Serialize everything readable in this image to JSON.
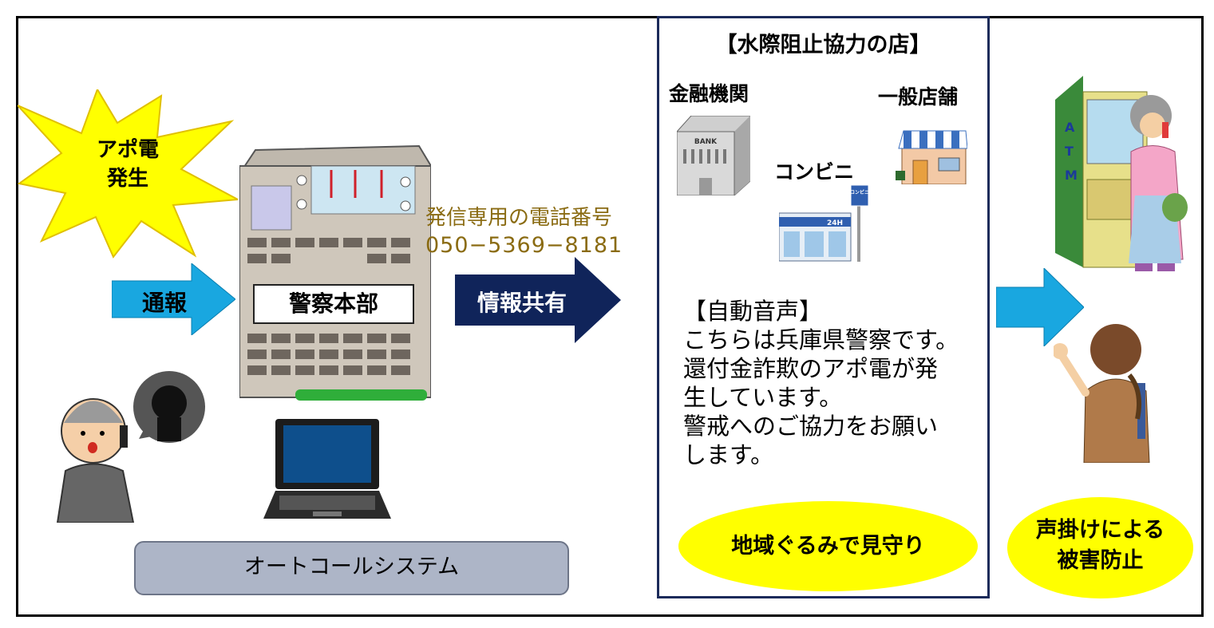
{
  "alert": {
    "line1": "アポ電",
    "line2": "発生"
  },
  "report_arrow": {
    "label": "通報"
  },
  "police_hq": {
    "label": "警察本部"
  },
  "dial_out": {
    "caption": "発信専用の電話番号",
    "number": "050−5369−8181"
  },
  "share_arrow": {
    "label": "情報共有"
  },
  "autocall": {
    "label": "オートコールシステム"
  },
  "store_panel": {
    "title": "【水際阻止協力の店】",
    "finance": "金融機関",
    "general_store": "一般店舗",
    "convenience": "コンビニ",
    "bank_sign": "BANK",
    "conv_sign": "24H",
    "conv_pole": "コンビニ"
  },
  "auto_voice": {
    "heading": "【自動音声】",
    "line1": "こちらは兵庫県警察です。",
    "line2": "還付金詐欺のアポ電が発",
    "line3": "生しています。",
    "line4": "警戒へのご協力をお願い",
    "line5": "します。"
  },
  "community": {
    "label": "地域ぐるみで見守り"
  },
  "atm_scene": {
    "atm_text": "ATM"
  },
  "prevention": {
    "line1": "声掛けによる",
    "line2": "被害防止"
  },
  "colors": {
    "yellow": "#ffff00",
    "light_blue_arrow": "#19a7e0",
    "navy_arrow": "#10245a",
    "panel_border": "#1c2b5a",
    "gray_box": "#adb5c7",
    "phone_text": "#8a6b12"
  }
}
